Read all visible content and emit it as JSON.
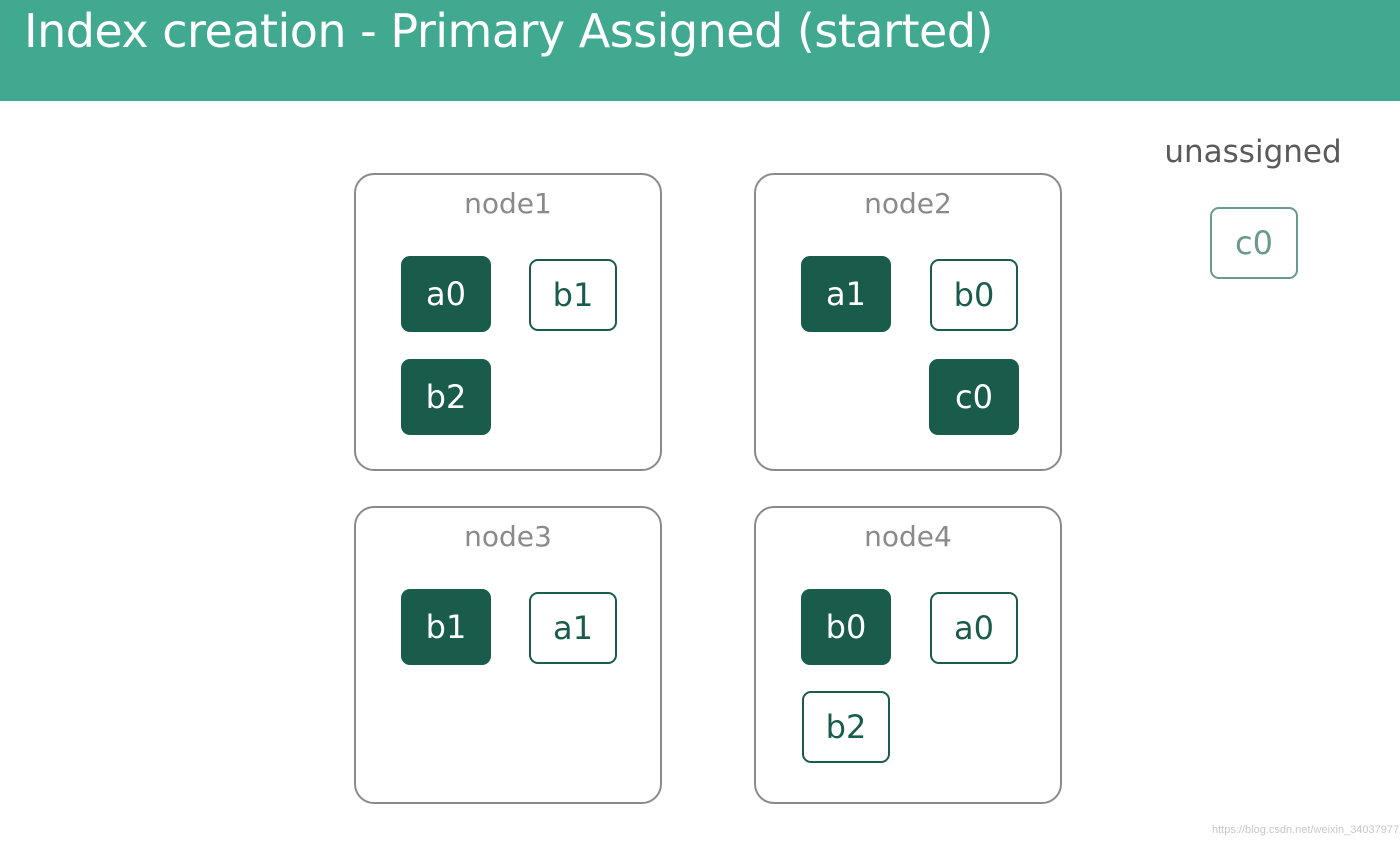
{
  "header": {
    "title": "Index creation - Primary Assigned (started)"
  },
  "colors": {
    "header_bg": "#41a990",
    "primary_shard": "#1a5c4c",
    "replica_border": "#1a5c4c",
    "node_border": "#8a8a8a"
  },
  "nodes": [
    {
      "label": "node1",
      "shards": [
        {
          "name": "a0",
          "kind": "primary"
        },
        {
          "name": "b1",
          "kind": "replica"
        },
        {
          "name": "b2",
          "kind": "primary"
        }
      ]
    },
    {
      "label": "node2",
      "shards": [
        {
          "name": "a1",
          "kind": "primary"
        },
        {
          "name": "b0",
          "kind": "replica"
        },
        {
          "name": "c0",
          "kind": "primary"
        }
      ]
    },
    {
      "label": "node3",
      "shards": [
        {
          "name": "b1",
          "kind": "primary"
        },
        {
          "name": "a1",
          "kind": "replica"
        }
      ]
    },
    {
      "label": "node4",
      "shards": [
        {
          "name": "b0",
          "kind": "primary"
        },
        {
          "name": "a0",
          "kind": "replica"
        },
        {
          "name": "b2",
          "kind": "replica"
        }
      ]
    }
  ],
  "unassigned": {
    "label": "unassigned",
    "shards": [
      {
        "name": "c0",
        "kind": "replica"
      }
    ]
  },
  "watermark": "https://blog.csdn.net/weixin_34037977"
}
